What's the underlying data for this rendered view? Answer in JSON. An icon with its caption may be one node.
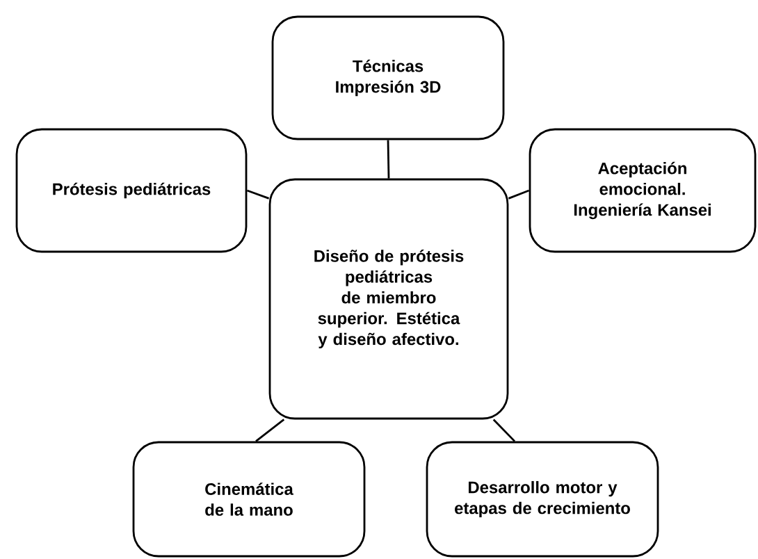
{
  "diagram": {
    "nodes": [
      {
        "text": [
          "Técnicas Impresión 3D"
        ]
      },
      {
        "text": [
          "Prótesis pediátricas"
        ]
      },
      {
        "text": [
          "Aceptación emocional. Ingeniería Kansei"
        ]
      },
      {
        "text": [
          "Cinemática de la mano"
        ]
      },
      {
        "text": [
          "Desarrollo motor y etapas de crecimiento"
        ]
      },
      {
        "text": [
          "Diseño de prótesis pediátricas de miembro superior. Estética y diseño afectivo."
        ]
      }
    ],
    "edges": [
      {
        "from": 5,
        "to": 0,
        "arrow": "none"
      },
      {
        "from": 5,
        "to": 1,
        "arrow": "none"
      },
      {
        "from": 5,
        "to": 2,
        "arrow": "none"
      },
      {
        "from": 5,
        "to": 3,
        "arrow": "none"
      },
      {
        "from": 5,
        "to": 4,
        "arrow": "none"
      }
    ]
  }
}
